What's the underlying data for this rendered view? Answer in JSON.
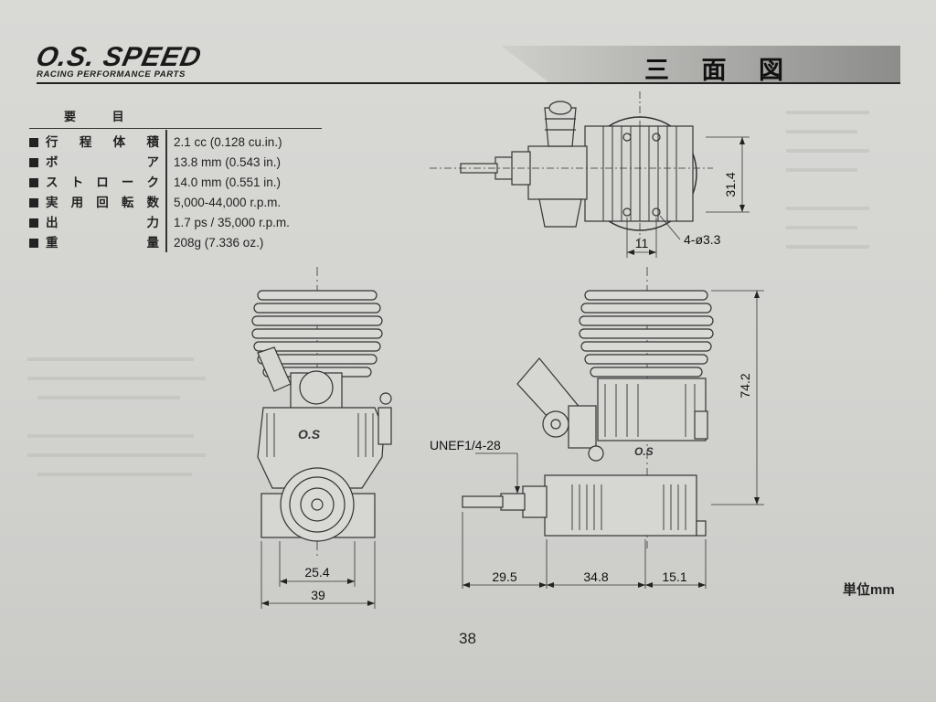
{
  "brand": {
    "logo_text": "O.S. SPEED",
    "tagline": "RACING PERFORMANCE PARTS"
  },
  "section_title": "三 面 図",
  "spec_table": {
    "heading": "要 目",
    "rows": [
      {
        "label": [
          "行",
          "程",
          "体",
          "積"
        ],
        "value": "2.1 cc (0.128 cu.in.)"
      },
      {
        "label": [
          "ボ",
          "ア"
        ],
        "value": "13.8 mm (0.543 in.)"
      },
      {
        "label": [
          "ス",
          "ト",
          "ロ",
          "ー",
          "ク"
        ],
        "value": "14.0 mm (0.551 in.)"
      },
      {
        "label": [
          "実",
          "用",
          "回",
          "転",
          "数"
        ],
        "value": "5,000-44,000 r.p.m."
      },
      {
        "label": [
          "出",
          "力"
        ],
        "value": "1.7 ps / 35,000 r.p.m."
      },
      {
        "label": [
          "重",
          "量"
        ],
        "value": "208g (7.336 oz.)"
      }
    ]
  },
  "drawing_dims": {
    "top_height": "31.4",
    "top_bolt_spacing": "11",
    "top_hole_callout": "4-ø3.3",
    "front_width_inner": "25.4",
    "front_width_outer": "39",
    "side_thread": "UNEF1/4-28",
    "side_height": "74.2",
    "side_shaft": "29.5",
    "side_body": "34.8",
    "side_rear": "15.1",
    "front_cover_mark": "O.S",
    "side_cover_mark": "O.S"
  },
  "unit_label": "単位mm",
  "page_number": "38"
}
